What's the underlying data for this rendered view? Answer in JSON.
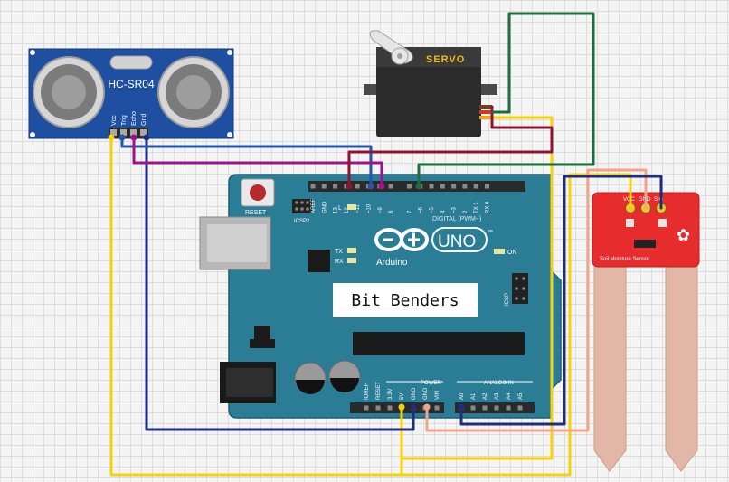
{
  "ultrasonic": {
    "model": "HC-SR04",
    "pins": [
      "Vcc",
      "Trig",
      "Echo",
      "Gnd"
    ]
  },
  "servo": {
    "label": "SERVO"
  },
  "arduino": {
    "reset_label": "RESET",
    "icsp2_label": "ICSP2",
    "icsp_label": "ICSP",
    "led_l": "L",
    "led_tx": "TX",
    "led_rx": "RX",
    "led_on": "ON",
    "logo_text": "Arduino",
    "uno_text": "UNO",
    "tm": "™",
    "digital_label": "DIGITAL (PWM~)",
    "digital_pins": [
      "AREF",
      "GND",
      "13",
      "12",
      "~11",
      "~10",
      "~9",
      "8",
      "7",
      "~6",
      "~5",
      "4",
      "~3",
      "2",
      "TX 1",
      "RX 0"
    ],
    "power_label": "POWER",
    "power_pins": [
      "IOREF",
      "RESET",
      "3.3V",
      "5V",
      "GND",
      "GND",
      "VIN"
    ],
    "analog_label": "ANALOG IN",
    "analog_pins": [
      "A0",
      "A1",
      "A2",
      "A3",
      "A4",
      "A5"
    ],
    "team_label": "Bit Benders"
  },
  "soil_sensor": {
    "pins": [
      "VCC",
      "GND",
      "SIG"
    ],
    "label": "Soil Moisture Sensor"
  },
  "colors": {
    "board": "#2b7d96",
    "board_dark": "#1d5f74",
    "module_blue": "#1f4fa0",
    "sensor_red": "#e62c2c",
    "probe": "#e3b7a7",
    "wire_yellow": "#f5d20a",
    "wire_navy": "#1f2d80",
    "wire_purple": "#a0128c",
    "wire_maroon": "#8e1532",
    "wire_green": "#1c6e3c",
    "wire_salmon": "#f0a48c",
    "wire_blue": "#2456a8"
  }
}
